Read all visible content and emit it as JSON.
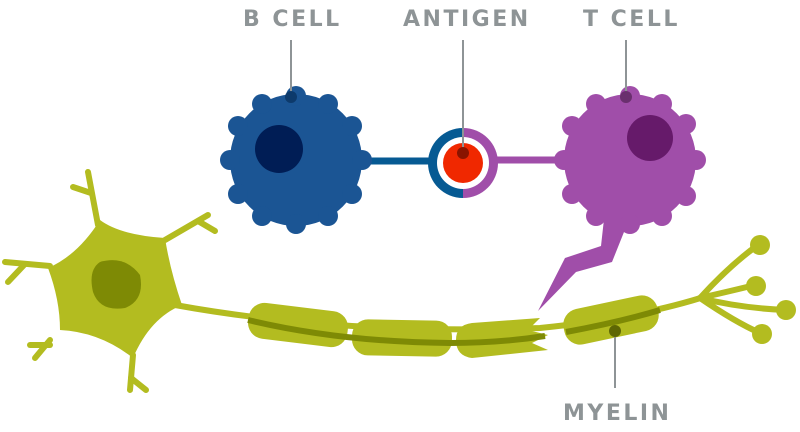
{
  "labels": {
    "b_cell": "B CELL",
    "antigen": "ANTIGEN",
    "t_cell": "T CELL",
    "myelin": "MYELIN"
  },
  "colors": {
    "b_cell": "#1b5594",
    "b_cell_nucleus": "#001d55",
    "antigen_core": "#f02800",
    "antigen_ring_left": "#065a93",
    "antigen_ring_right": "#a04ea9",
    "t_cell": "#a04ea9",
    "t_cell_nucleus": "#661a6a",
    "neuron": "#b3bc20",
    "neuron_dark": "#7e8a05",
    "label": "#8e9496",
    "leader": "#8e9496"
  }
}
